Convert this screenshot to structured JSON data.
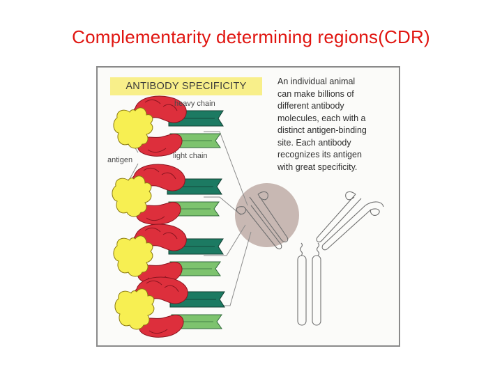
{
  "slide": {
    "title": "Complementarity determining regions(CDR)"
  },
  "figure": {
    "heading": "ANTIBODY SPECIFICITY",
    "description_lines": [
      "An individual animal",
      "can make billions of",
      "different antibody",
      "molecules, each with a",
      "distinct antigen-binding",
      "site. Each antibody",
      "recognizes its antigen",
      "with great specificity."
    ],
    "labels": {
      "heavy_chain": "heavy chain",
      "light_chain": "light chain",
      "antigen": "antigen"
    },
    "colors": {
      "title_red": "#e0140f",
      "heading_highlight": "#f8ef8a",
      "antigen_yellow": "#f7ef52",
      "heavy_chain_red": "#dd2f3c",
      "heavy_chain_green": "#1c7a62",
      "light_chain_green": "#7dc36e",
      "binding_site_circle": "#c8b8b3"
    }
  }
}
